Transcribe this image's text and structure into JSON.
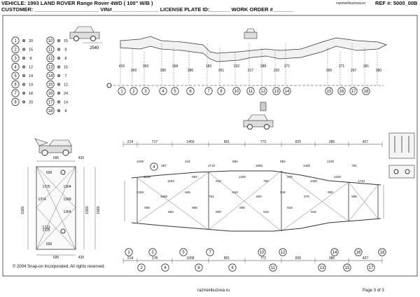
{
  "header": {
    "vehicle_line": "VEHICLE:  1993 LAND  ROVER Range  Rover  4WD  ( 100\"  W/B )",
    "customer_line": "CUSTOMER: ______________________ VIN#________________  LICENSE PLATE ID:_______  WORK ORDER #_______",
    "site": "razmerikuzova.ru",
    "ref": "REF #:  5000_00B"
  },
  "legend": [
    {
      "num": "1",
      "size": "20"
    },
    {
      "num": "2",
      "size": "15"
    },
    {
      "num": "3",
      "size": "8"
    },
    {
      "num": "4",
      "size": "12"
    },
    {
      "num": "5",
      "size": "14"
    },
    {
      "num": "6",
      "size": "19"
    },
    {
      "num": "7",
      "size": "18"
    },
    {
      "num": "8",
      "size": "20"
    },
    {
      "num": "10",
      "size": "15"
    },
    {
      "num": "11",
      "size": "8"
    },
    {
      "num": "12",
      "size": "8"
    },
    {
      "num": "13",
      "size": "15"
    },
    {
      "num": "14",
      "size": "7"
    },
    {
      "num": "15",
      "size": "12"
    },
    {
      "num": "16",
      "size": "24"
    },
    {
      "num": "17",
      "size": "14"
    },
    {
      "num": "18",
      "size": "8"
    }
  ],
  "side_view": {
    "top_dims": [
      "2540"
    ],
    "heights": [
      "433",
      "369",
      "369",
      "390",
      "358",
      "386",
      "183",
      "261",
      "232",
      "217",
      "288",
      "220",
      "271",
      "365",
      "271",
      "297",
      "281",
      "380"
    ],
    "ref_points": [
      "1",
      "2",
      "3",
      "4",
      "5",
      "6",
      "7",
      "8",
      "10",
      "11",
      "12",
      "13",
      "14",
      "15",
      "16",
      "17",
      "18"
    ]
  },
  "plan_view": {
    "top_dims": [
      "214",
      "717",
      "1459",
      "801",
      "772",
      "825",
      "385",
      "427"
    ],
    "bottom_dims": [
      "214",
      "178",
      "1058",
      "801",
      "772",
      "825",
      "385",
      "427"
    ],
    "inner_dims": [
      "1349",
      "387",
      "442",
      "1710",
      "882",
      "1865",
      "862",
      "1450",
      "1230",
      "761",
      "1133",
      "1153",
      "984",
      "810",
      "1320",
      "750",
      "978",
      "1450",
      "1320",
      "1710",
      "1349",
      "1865",
      "945",
      "761",
      "842",
      "604",
      "616",
      "576",
      "900",
      "908",
      "908",
      "884",
      "866",
      "800",
      "806",
      "918",
      "918",
      "916"
    ],
    "ref_points_top": [
      "4"
    ],
    "ref_points_bottom": [
      "1",
      "2",
      "3",
      "4",
      "5",
      "6",
      "7",
      "8",
      "10",
      "11",
      "12",
      "13",
      "14",
      "15",
      "16",
      "17",
      "18"
    ]
  },
  "body_opening": {
    "dims": [
      "695",
      "420",
      "1580",
      "1580",
      "1580",
      "699",
      "1725",
      "1725",
      "1304",
      "1374",
      "1309",
      "1304",
      "1713",
      "699",
      "695",
      "420"
    ]
  },
  "footer": {
    "copyright": "© 2004 Snap-on Incorporated. All rights reserved.",
    "site": "razmerikuzova.ru",
    "page": "Page 3 of 3"
  },
  "colors": {
    "ink": "#111111",
    "line": "#333333",
    "paper": "#ffffff",
    "label_bg": "#e8e8e8"
  }
}
